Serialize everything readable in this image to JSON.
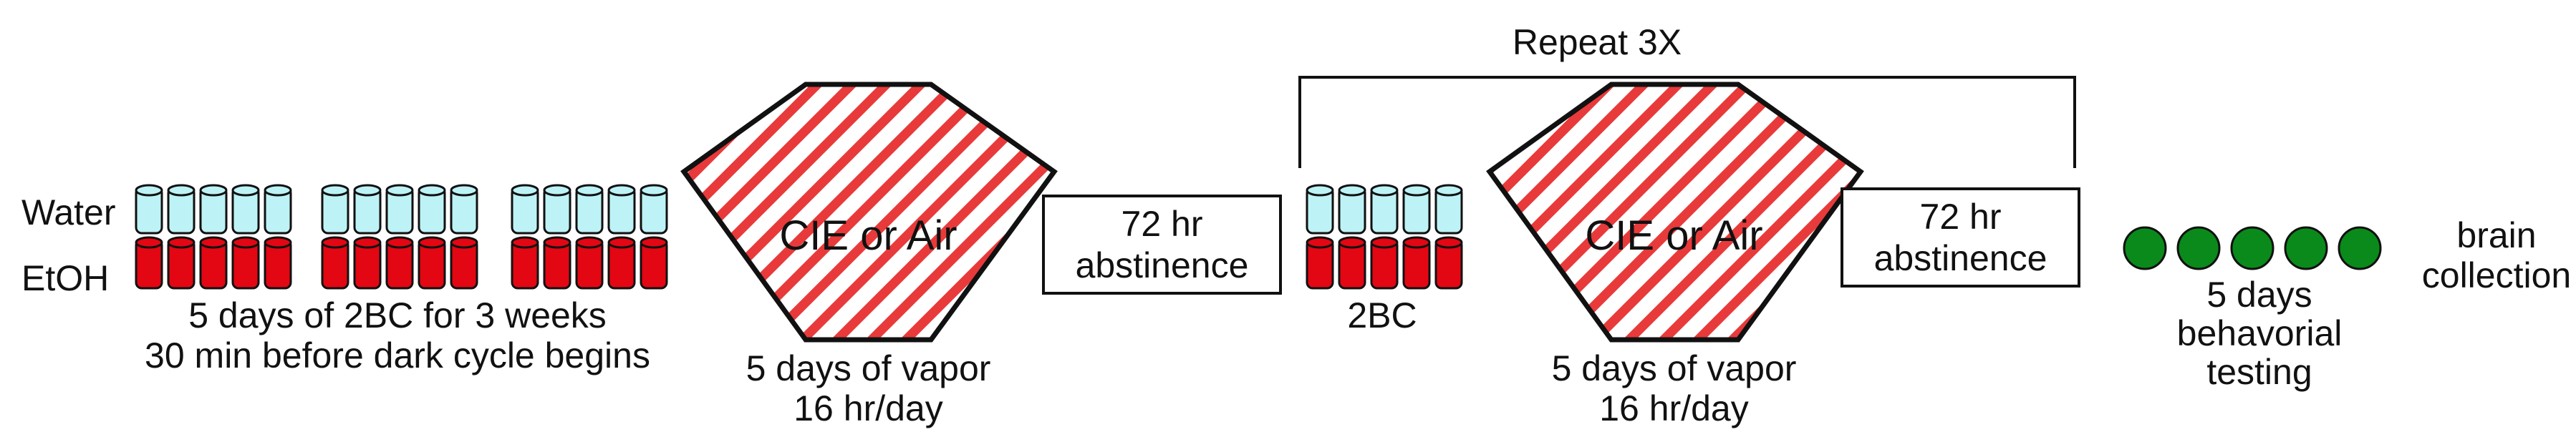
{
  "labels": {
    "water": "Water",
    "etoh": "EtOH",
    "schedule_line1": "5 days of 2BC for 3 weeks",
    "schedule_line2": "30 min before dark cycle begins",
    "cie_1": "CIE or Air",
    "vapor1_line1": "5 days of vapor",
    "vapor1_line2": "16 hr/day",
    "abst1_line1": "72 hr",
    "abst1_line2": "abstinence",
    "repeat": "Repeat 3X",
    "twobc": "2BC",
    "cie_2": "CIE or Air",
    "vapor2_line1": "5 days of vapor",
    "vapor2_line2": "16 hr/day",
    "abst2_line1": "72 hr",
    "abst2_line2": "abstinence",
    "behav_line1": "5 days",
    "behav_line2": "behavorial",
    "behav_line3": "testing",
    "brain_line1": "brain",
    "brain_line2": "collection"
  },
  "colors": {
    "water_bottle": "#bdf3f6",
    "etoh_bottle": "#e30613",
    "hatch": "#e83a3a",
    "behavior_dot": "#0a8a1a",
    "stroke": "#111111"
  }
}
